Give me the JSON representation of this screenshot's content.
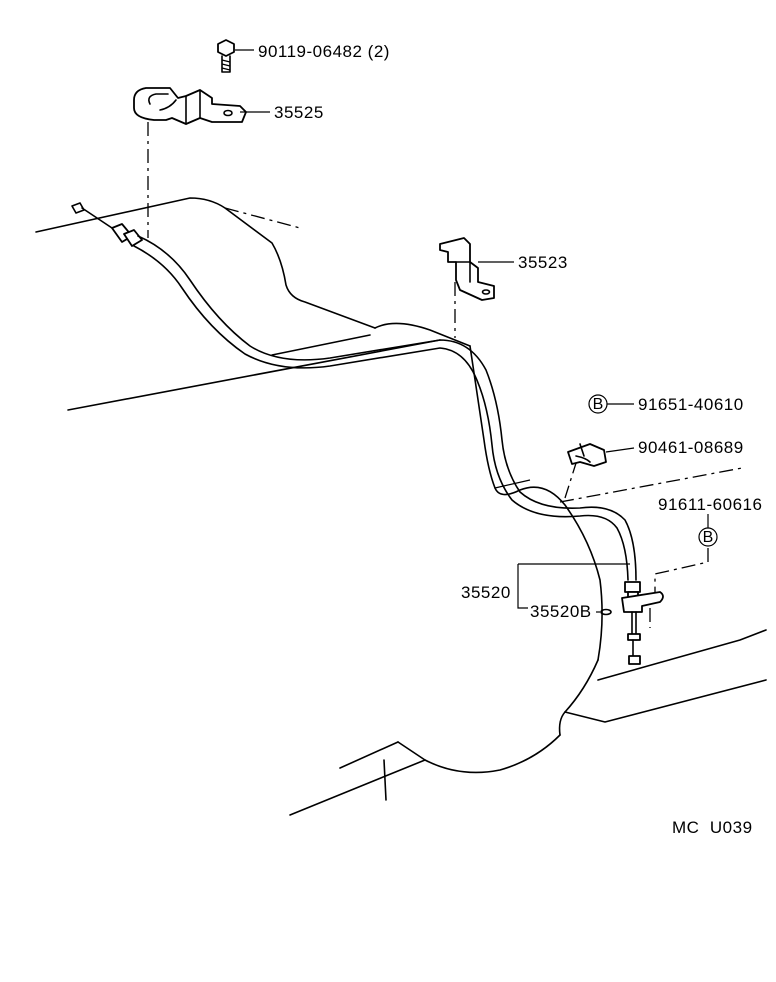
{
  "labels": {
    "bolt": "90119-06482 (2)",
    "upper_bracket": "35525",
    "mid_bracket": "35523",
    "b_top_badge": "B",
    "clip_b_top": "91651-40610",
    "clip": "90461-08689",
    "clip_b_bottom": "91611-60616",
    "b_bottom_badge": "B",
    "cable_assy": "35520",
    "cable_sub": "35520B"
  },
  "figure_code": "MC  U039"
}
